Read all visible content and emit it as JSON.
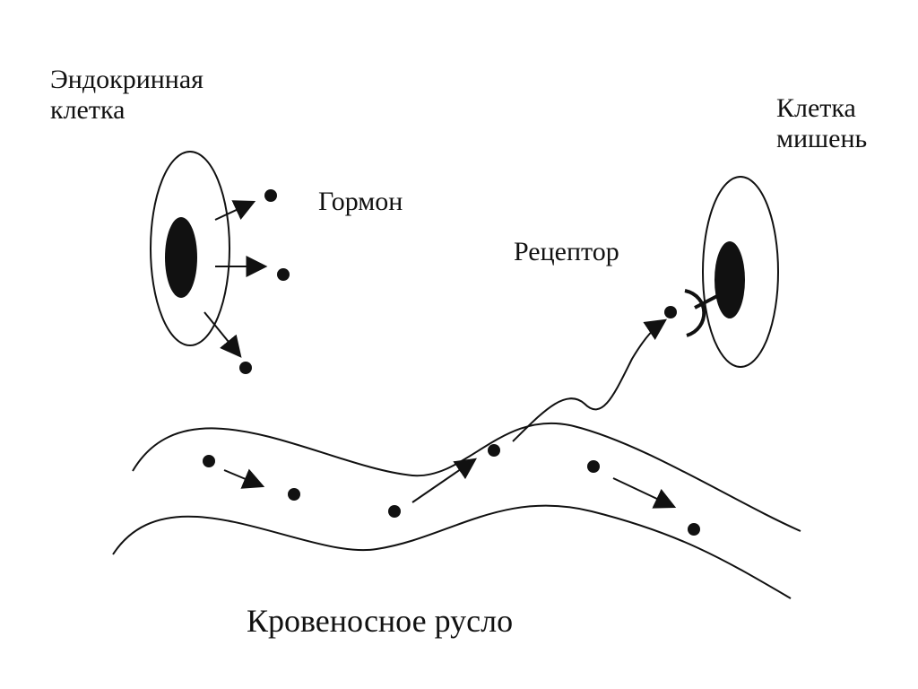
{
  "labels": {
    "endocrine_cell": [
      "Эндокринная",
      "клетка"
    ],
    "target_cell": [
      "Клетка",
      "мишень"
    ],
    "hormone": "Гормон",
    "receptor": "Рецептор",
    "bloodstream": "Кровеносное русло"
  },
  "colors": {
    "ink": "#111111",
    "background": "#ffffff"
  }
}
